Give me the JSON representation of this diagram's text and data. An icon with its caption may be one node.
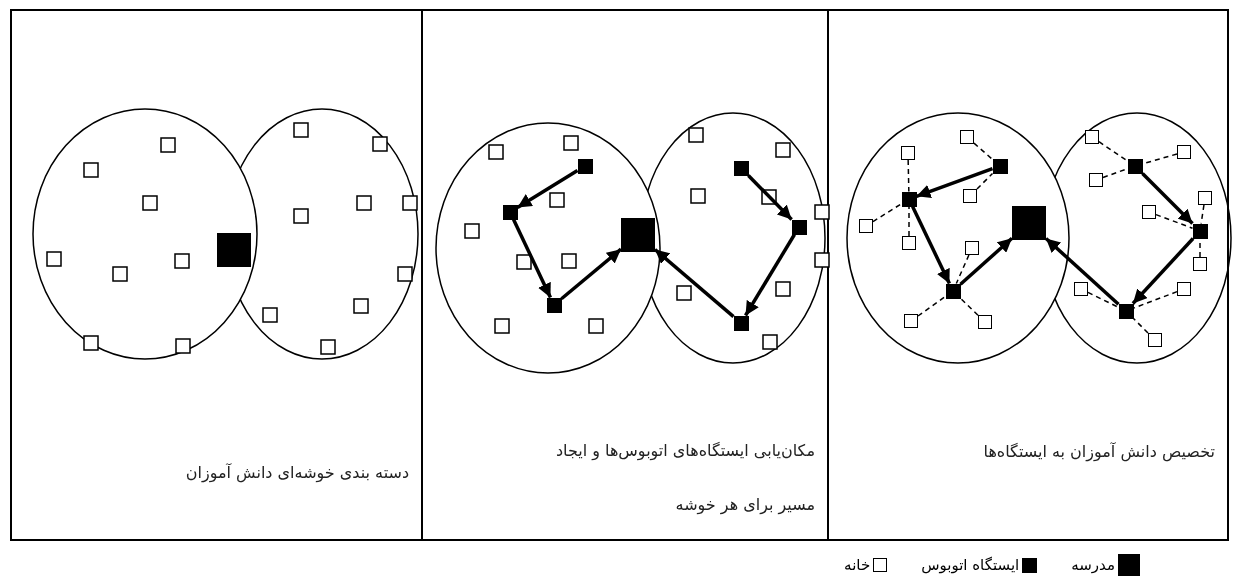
{
  "diagram": {
    "nodes": [
      {
        "text": [
          "دسته بندی خوشه‌ای دانش آموزان"
        ]
      },
      {
        "text": [],
        "shape": "circle",
        "in": 0
      },
      {
        "text": [],
        "shape": "circle",
        "in": 0
      },
      {
        "text": [],
        "shape": "box",
        "in": 1
      },
      {
        "text": [
          "مکان‌یابی ایستگاه‌های اتوبوس‌ها و ایجاد مسیر برای هر خوشه"
        ]
      },
      {
        "text": [],
        "shape": "circle",
        "in": 4
      },
      {
        "text": [],
        "shape": "circle",
        "in": 4
      },
      {
        "text": [],
        "shape": "box",
        "in": 5
      },
      {
        "text": [],
        "shape": "box",
        "in": 5
      },
      {
        "text": [],
        "shape": "box",
        "in": 5
      },
      {
        "text": [],
        "shape": "box",
        "in": 5
      },
      {
        "text": [],
        "shape": "box",
        "in": 6
      },
      {
        "text": [],
        "shape": "box",
        "in": 6
      },
      {
        "text": [],
        "shape": "box",
        "in": 6
      },
      {
        "text": [
          "تخصیص دانش آموزان به ایستگاه‌ها"
        ]
      },
      {
        "text": [],
        "shape": "circle",
        "in": 14
      },
      {
        "text": [],
        "shape": "circle",
        "in": 14
      },
      {
        "text": [],
        "shape": "box",
        "in": 15
      },
      {
        "text": [],
        "shape": "box",
        "in": 15
      },
      {
        "text": [],
        "shape": "box",
        "in": 15
      },
      {
        "text": [],
        "shape": "box",
        "in": 15
      },
      {
        "text": [],
        "shape": "box",
        "in": 16
      },
      {
        "text": [],
        "shape": "box",
        "in": 16
      },
      {
        "text": [],
        "shape": "box",
        "in": 16
      },
      {
        "text": [],
        "shape": "box",
        "in": 15
      },
      {
        "text": [],
        "shape": "box",
        "in": 15
      },
      {
        "text": [],
        "shape": "box",
        "in": 15
      },
      {
        "text": [],
        "shape": "box",
        "in": 15
      },
      {
        "text": [],
        "shape": "box",
        "in": 15
      },
      {
        "text": [],
        "shape": "box",
        "in": 15
      },
      {
        "text": [],
        "shape": "box",
        "in": 15
      },
      {
        "text": [],
        "shape": "box",
        "in": 15
      },
      {
        "text": [],
        "shape": "box",
        "in": 16
      },
      {
        "text": [],
        "shape": "box",
        "in": 16
      },
      {
        "text": [],
        "shape": "box",
        "in": 16
      },
      {
        "text": [],
        "shape": "box",
        "in": 16
      },
      {
        "text": [],
        "shape": "box",
        "in": 16
      },
      {
        "text": [],
        "shape": "box",
        "in": 16
      },
      {
        "text": [],
        "shape": "box",
        "in": 16
      },
      {
        "text": [],
        "shape": "box",
        "in": 16
      },
      {
        "text": [],
        "shape": "box",
        "in": 16
      }
    ],
    "edges": [
      {
        "from": 7,
        "to": 8,
        "arrow": "to",
        "style": "thick"
      },
      {
        "from": 8,
        "to": 9,
        "arrow": "to",
        "style": "thick"
      },
      {
        "from": 9,
        "to": 10,
        "arrow": "to",
        "style": "thick"
      },
      {
        "from": 11,
        "to": 12,
        "arrow": "to",
        "style": "thick"
      },
      {
        "from": 12,
        "to": 13,
        "arrow": "to",
        "style": "thick"
      },
      {
        "from": 13,
        "to": 10,
        "arrow": "to",
        "style": "thick"
      },
      {
        "from": 17,
        "to": 18,
        "arrow": "to",
        "style": "thick"
      },
      {
        "from": 18,
        "to": 19,
        "arrow": "to",
        "style": "thick"
      },
      {
        "from": 19,
        "to": 20,
        "arrow": "to",
        "style": "thick"
      },
      {
        "from": 21,
        "to": 22,
        "arrow": "to",
        "style": "thick"
      },
      {
        "from": 22,
        "to": 23,
        "arrow": "to",
        "style": "thick"
      },
      {
        "from": 23,
        "to": 20,
        "arrow": "to",
        "style": "thick"
      },
      {
        "from": 24,
        "to": 17,
        "arrow": "none",
        "style": "dashed"
      },
      {
        "from": 25,
        "to": 18,
        "arrow": "none",
        "style": "dashed"
      },
      {
        "from": 26,
        "to": 17,
        "arrow": "none",
        "style": "dashed"
      },
      {
        "from": 27,
        "to": 18,
        "arrow": "none",
        "style": "dashed"
      },
      {
        "from": 28,
        "to": 18,
        "arrow": "none",
        "style": "dashed"
      },
      {
        "from": 29,
        "to": 19,
        "arrow": "none",
        "style": "dashed"
      },
      {
        "from": 30,
        "to": 19,
        "arrow": "none",
        "style": "dashed"
      },
      {
        "from": 31,
        "to": 19,
        "arrow": "none",
        "style": "dashed"
      },
      {
        "from": 32,
        "to": 21,
        "arrow": "none",
        "style": "dashed"
      },
      {
        "from": 33,
        "to": 21,
        "arrow": "none",
        "style": "dashed"
      },
      {
        "from": 34,
        "to": 21,
        "arrow": "none",
        "style": "dashed"
      },
      {
        "from": 35,
        "to": 22,
        "arrow": "none",
        "style": "dashed"
      },
      {
        "from": 36,
        "to": 22,
        "arrow": "none",
        "style": "dashed"
      },
      {
        "from": 37,
        "to": 22,
        "arrow": "none",
        "style": "dashed"
      },
      {
        "from": 38,
        "to": 23,
        "arrow": "none",
        "style": "dashed"
      },
      {
        "from": 39,
        "to": 23,
        "arrow": "none",
        "style": "dashed"
      },
      {
        "from": 40,
        "to": 23,
        "arrow": "none",
        "style": "dashed"
      }
    ],
    "legend": [
      {
        "text": "مدرسه",
        "color": "#000000"
      },
      {
        "text": "ایستگاه اتوبوس",
        "color": "#000000"
      },
      {
        "text": "خانه",
        "color": "#ffffff"
      }
    ]
  }
}
